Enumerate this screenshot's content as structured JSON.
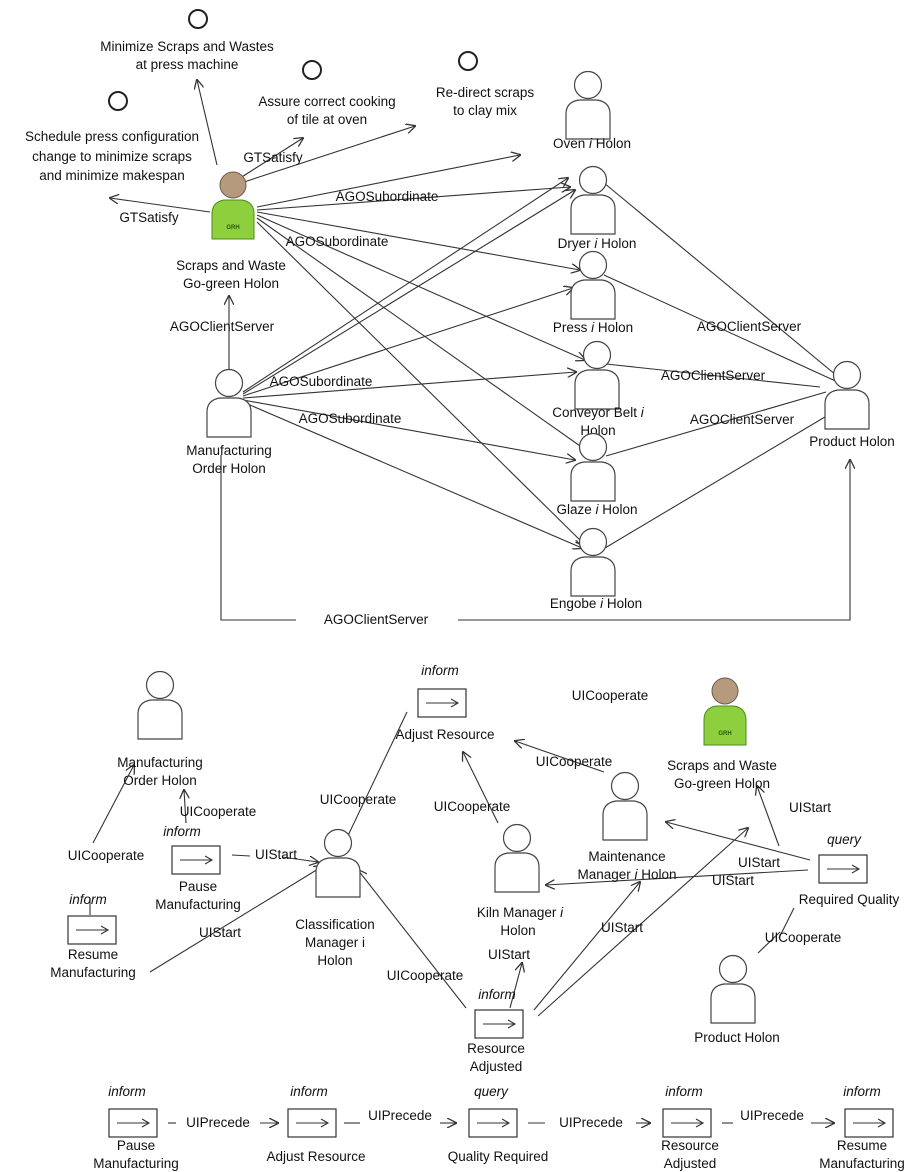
{
  "top": {
    "goals": [
      {
        "lines": [
          "Minimize Scraps and Wastes",
          "at press machine"
        ]
      },
      {
        "lines": [
          "Assure correct cooking",
          "of tile at oven"
        ]
      },
      {
        "lines": [
          "Re-direct scraps",
          "to clay mix"
        ]
      },
      {
        "lines": [
          "Schedule press configuration",
          "change to minimize scraps",
          "and minimize makespan"
        ]
      }
    ],
    "go_green_label": [
      "Scraps and Waste",
      "Go-green Holon"
    ],
    "go_green_badge": "GRH",
    "holons": {
      "oven": [
        "Oven ",
        "i",
        " Holon"
      ],
      "dryer": [
        "Dryer ",
        "i",
        " Holon"
      ],
      "press": [
        "Press ",
        "i",
        " Holon"
      ],
      "conveyor": [
        "Conveyor Belt ",
        "i",
        "Holon"
      ],
      "glaze": [
        "Glaze ",
        "i",
        " Holon"
      ],
      "engobe": [
        "Engobe ",
        "i",
        " Holon"
      ],
      "product": "Product Holon",
      "manufacturing": [
        "Manufacturing",
        "Order Holon"
      ]
    },
    "relations": {
      "gt1": "GTSatisfy",
      "gt2": "GTSatisfy",
      "ago_sub1": "AGOSubordinate",
      "ago_sub2": "AGOSubordinate",
      "ago_sub3": "AGOSubordinate",
      "ago_sub4": "AGOSubordinate",
      "ago_cs1": "AGOClientServer",
      "ago_cs2": "AGOClientServer",
      "ago_cs3": "AGOClientServer",
      "ago_cs4": "AGOClientServer",
      "ago_cs5": "AGOClientServer"
    }
  },
  "middle": {
    "inform_label": "inform",
    "query_label": "query",
    "adjust_resource": "Adjust Resource",
    "ui_cooperate_top": "UICooperate",
    "go_green_label": [
      "Scraps and Waste",
      "Go-green Holon"
    ],
    "go_green_badge": "GRH",
    "manufacturing": [
      "Manufacturing",
      "Order Holon"
    ],
    "pause": [
      "Pause",
      "Manufacturing"
    ],
    "resume": [
      "Resume",
      "Manufacturing"
    ],
    "classification": [
      "Classification",
      "Manager i",
      "Holon"
    ],
    "kiln": [
      "Kiln Manager ",
      "i",
      "Holon"
    ],
    "maintenance": [
      "Maintenance",
      "Manager ",
      "i",
      " Holon"
    ],
    "required_quality": "Required Quality",
    "product": "Product Holon",
    "resource_adjusted": [
      "Resource",
      "Adjusted"
    ],
    "relations": {
      "coop_mfg": "UICooperate",
      "coop_left": "UICooperate",
      "start_pause": "UIStart",
      "start_resume": "UIStart",
      "coop_adjust": "UICooperate",
      "coop_kiln": "UICooperate",
      "coop_maint": "UICooperate",
      "coop_resadj": "UICooperate",
      "start_kiln": "UIStart",
      "start_res": "UIStart",
      "start_q1": "UIStart",
      "start_q2": "UIStart",
      "start_gogreen": "UIStart",
      "coop_product": "UICooperate"
    }
  },
  "bottom": {
    "items": [
      {
        "perf": "inform",
        "lines": [
          "Pause",
          "Manufacturing"
        ]
      },
      {
        "perf": "inform",
        "lines": [
          "Adjust Resource"
        ]
      },
      {
        "perf": "query",
        "lines": [
          "Quality Required"
        ]
      },
      {
        "perf": "inform",
        "lines": [
          "Resource",
          "Adjusted"
        ]
      },
      {
        "perf": "inform",
        "lines": [
          "Resume",
          "Manufacturing"
        ]
      }
    ],
    "precede": [
      "UIPrecede",
      "UIPrecede",
      "UIPrecede",
      "UIPrecede"
    ]
  }
}
